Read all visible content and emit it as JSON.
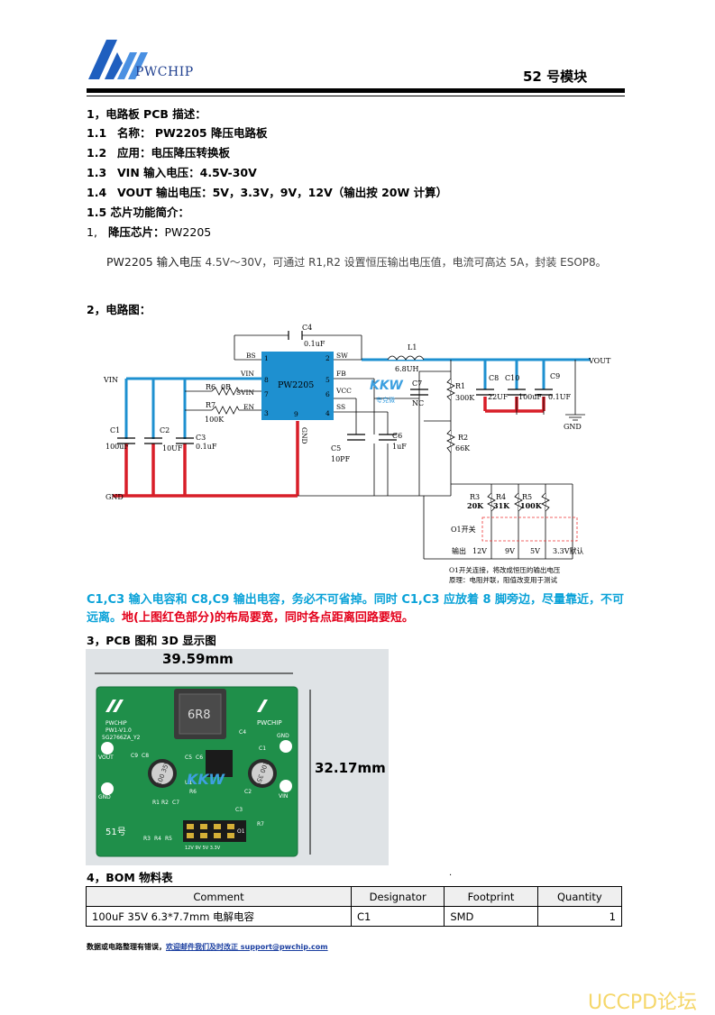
{
  "header": {
    "brand": "PWCHIP",
    "module": "52 号模块"
  },
  "sections": {
    "s1_title": "1，电路板 PCB 描述：",
    "items": [
      {
        "num": "1.1",
        "text": "名称：  PW2205 降压电路板"
      },
      {
        "num": "1.2",
        "text": "应用：电压降压转换板"
      },
      {
        "num": "1.3",
        "text": "VIN 输入电压：4.5V-30V"
      },
      {
        "num": "1.4",
        "text": "VOUT 输出电压：5V，3.3V，9V，12V（输出按 20W 计算）"
      }
    ],
    "chip_title": "1.5 芯片功能简介：",
    "chip_line_num": "1,",
    "chip_line_label": "降压芯片：",
    "chip_line_value": "PW2205",
    "desc_lead": "PW2205 输入电压",
    "desc_rest": " 4.5V～30V，可通过 R1,R2 设置恒压输出电压值，电流可高达 5A，封装 ESOP8。",
    "s2_title": "2，电路图：",
    "note_blue": "C1,C3 输入电容和 C8,C9 输出电容，务必不可省掉。同时 C1,C3 应放着 8 脚旁边，尽量靠近，不可远离。",
    "note_red": "地(上图红色部分)的布局要宽，同时各点距离回路要短。",
    "s3_title": "3，PCB 图和 3D 显示图",
    "s4_title": "4，BOM 物料表"
  },
  "schematic": {
    "chip_name": "PW2205",
    "pins_left": [
      "BS",
      "VIN",
      "SVIN",
      "EN"
    ],
    "pins_left_nums": [
      "1",
      "8",
      "7",
      "3"
    ],
    "pins_right": [
      "SW",
      "FB",
      "VCC",
      "SS"
    ],
    "pins_right_nums": [
      "2",
      "5",
      "6",
      "4"
    ],
    "pin_bottom": "9",
    "gnd_pin": "GND",
    "c4": "C4",
    "c4_val": "0.1uF",
    "l1": "L1",
    "l1_val": "6.8UH",
    "vout": "VOUT",
    "vin": "VIN",
    "gnd": "GND",
    "r6": "R6",
    "r6_val": "0R",
    "r7": "R7",
    "r7_val": "100K",
    "c1": "C1",
    "c1_val": "100uF",
    "c2": "C2",
    "c2_val": "10UF",
    "c3": "C3",
    "c3_val": "0.1uF",
    "c5": "C5",
    "c5_val": "10PF",
    "c6": "C6",
    "c6_val": "1uF",
    "c7": "C7",
    "c7_val": "NC",
    "r1": "R1",
    "r1_val": "300K",
    "r2": "R2",
    "r2_val": "66K",
    "c8": "C8",
    "c8_val": "22UF",
    "c10": "C10",
    "c10_val": "100uF",
    "c9": "C9",
    "c9_val": "0.1UF",
    "gnd_sym": "GND",
    "r3": "R3",
    "r3_val": "20K",
    "r4": "R4",
    "r4_val": "31K",
    "r5": "R5",
    "r5_val": "100K",
    "switch_label": "O1开关",
    "out_label": "输出",
    "out_options": [
      "12V",
      "9V",
      "5V",
      "3.3V默认"
    ],
    "note1": "O1开关连接，将改成恒压的输出电压",
    "note2": "原理：电阻并联，阻值改变用于测试",
    "kkw": "KKW",
    "kkw_sub": "夸克微"
  },
  "pcb": {
    "width_dim": "39.59mm",
    "height_dim": "32.17mm",
    "inductor": "6R8",
    "board_brand": "PWCHIP",
    "board_version": "PW1-V1.0",
    "board_code": "5G2766ZA_Y2",
    "board_num": "51号",
    "labels": [
      "VOUT",
      "GND",
      "GND",
      "VIN",
      "C8",
      "C9",
      "C1",
      "C3",
      "C2",
      "R7",
      "R6",
      "C5",
      "C6",
      "R1",
      "R2",
      "C7",
      "C4",
      "R3",
      "R4",
      "R5",
      "U1",
      "O1"
    ],
    "cap_left": "100 35V",
    "cap_right": "100 35V",
    "board_bottom": "12V  9V  5V  3.3V"
  },
  "bom": {
    "headers": [
      "Comment",
      "Designator",
      "Footprint",
      "Quantity"
    ],
    "rows": [
      [
        "100uF 35V 6.3*7.7mm 电解电容",
        "C1",
        "SMD",
        "1"
      ]
    ]
  },
  "footer": {
    "text": "数据或电路整理有错误，",
    "link": "欢迎邮件我们及时改正 support@pwchip.com"
  },
  "watermark": "UCCPD论坛",
  "dot": "."
}
